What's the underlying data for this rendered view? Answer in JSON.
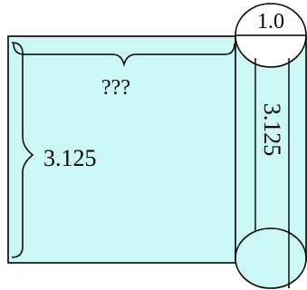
{
  "diagram": {
    "labels": {
      "top_width": "???",
      "left_height": "3.125",
      "cylinder_diameter": "1.0",
      "cylinder_height": "3.125"
    },
    "colors": {
      "sheet_fill": "#ccf7f7",
      "cylinder_fill": "#ccf7f7",
      "stroke": "#000000",
      "background": "#ffffff"
    }
  }
}
